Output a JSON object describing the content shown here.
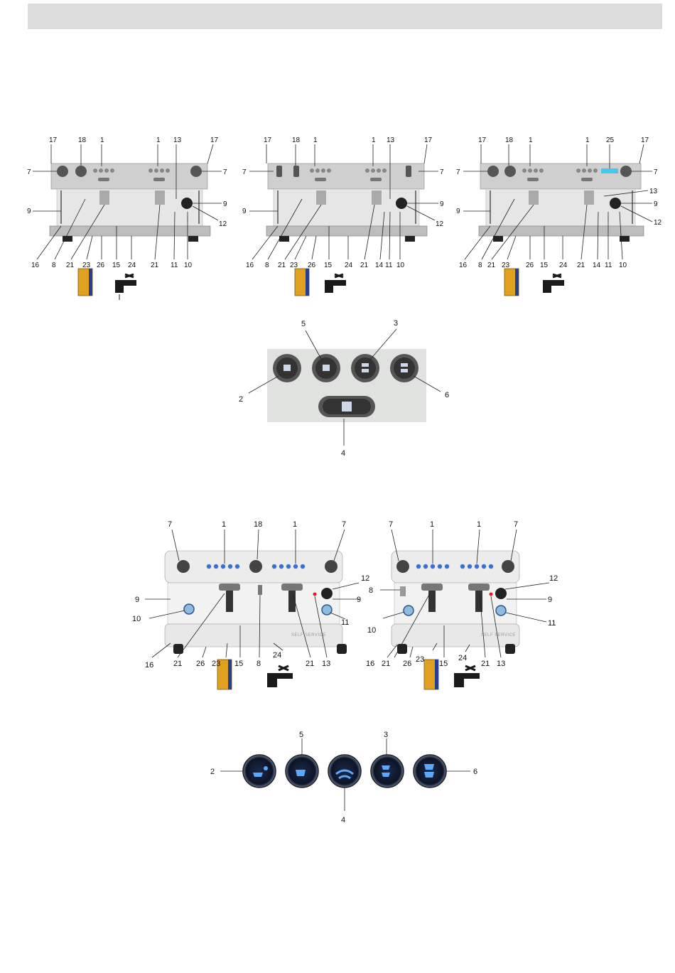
{
  "header": {
    "title": ""
  },
  "colors": {
    "header_bar": "#dcdcdc",
    "machine_steel": "#c8c8c8",
    "cleaner_box": "#e0a020",
    "button_blue": "#3d6fd0",
    "display_cyan": "#44c8f0"
  },
  "icons": [
    "coffee-machine-2group",
    "cleaner-box-icon",
    "water-tap-icon",
    "keypad-button-icon"
  ],
  "top_machines": [
    {
      "labels": {
        "l17a": "17",
        "l18": "18",
        "l1a": "1",
        "l1b": "1",
        "l13": "13",
        "l17b": "17",
        "l7a": "7",
        "l7b": "7",
        "l9a": "9",
        "l9b": "9",
        "l12": "12",
        "l16": "16",
        "l8": "8",
        "l21a": "21",
        "l23": "23",
        "l26": "26",
        "l15": "15",
        "l24": "24",
        "l21b": "21",
        "l11": "11",
        "l10": "10"
      }
    },
    {
      "labels": {
        "l17a": "17",
        "l18": "18",
        "l1a": "1",
        "l1b": "1",
        "l13": "13",
        "l17b": "17",
        "l7a": "7",
        "l7b": "7",
        "l9a": "9",
        "l9b": "9",
        "l12": "12",
        "l16": "16",
        "l8": "8",
        "l21a": "21",
        "l23": "23",
        "l26": "26",
        "l15": "15",
        "l24": "24",
        "l21b": "21",
        "l14": "14",
        "l11": "11",
        "l10": "10"
      }
    },
    {
      "labels": {
        "l17a": "17",
        "l18": "18",
        "l1a": "1",
        "l1b": "1",
        "l25": "25",
        "l17b": "17",
        "l7a": "7",
        "l7b": "7",
        "l9a": "9",
        "l13": "13",
        "l9b": "9",
        "l12": "12",
        "l16": "16",
        "l8": "8",
        "l21a": "21",
        "l23": "23",
        "l26": "26",
        "l15": "15",
        "l24": "24",
        "l21b": "21",
        "l14": "14",
        "l11": "11",
        "l10": "10"
      }
    }
  ],
  "keypad_square": {
    "labels": {
      "l5": "5",
      "l3": "3",
      "l2": "2",
      "l6": "6",
      "l4": "4"
    }
  },
  "bottom_machines": [
    {
      "labels": {
        "l7a": "7",
        "l1a": "1",
        "l18": "18",
        "l1b": "1",
        "l7b": "7",
        "l12": "12",
        "l9a": "9",
        "l9b": "9",
        "l10": "10",
        "l11": "11",
        "l16": "16",
        "l21a": "21",
        "l26": "26",
        "l23": "23",
        "l15": "15",
        "l8": "8",
        "l24": "24",
        "l21b": "21",
        "l13": "13"
      }
    },
    {
      "labels": {
        "l7a": "7",
        "l1a": "1",
        "l1b": "1",
        "l7b": "7",
        "l12": "12",
        "l8": "8",
        "l9": "9",
        "l10": "10",
        "l11": "11",
        "l16": "16",
        "l21a": "21",
        "l26": "26",
        "l23": "23",
        "l15": "15",
        "l24": "24",
        "l21b": "21",
        "l13": "13"
      }
    }
  ],
  "keypad_round": {
    "labels": {
      "l5": "5",
      "l3": "3",
      "l2": "2",
      "l6": "6",
      "l4": "4"
    }
  }
}
